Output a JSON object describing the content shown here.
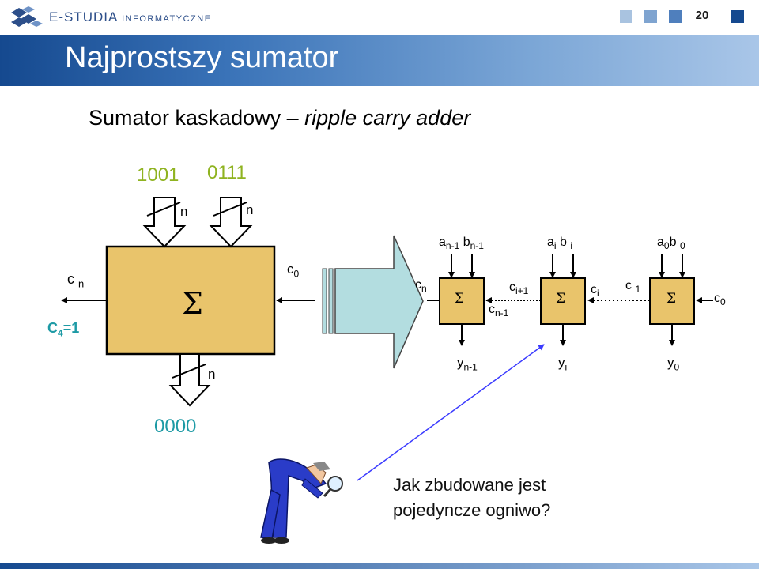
{
  "header": {
    "logo_main": "E-STUDIA",
    "logo_sub": "INFORMATYCZNE",
    "page_number": "20"
  },
  "title": "Najprostszy sumator",
  "subtitle": {
    "plain": "Sumator kaskadowy – ",
    "italic": "ripple carry adder"
  },
  "main_block": {
    "input_a": "1001",
    "input_b": "0111",
    "width_label": "n",
    "sigma": "Σ",
    "carry_in": "c",
    "carry_in_sub": "0",
    "carry_out": "c",
    "carry_out_sub": "n",
    "carry_out_value": "C",
    "carry_out_value_sub": "4",
    "carry_out_value_suffix": "=1",
    "output_value": "0000"
  },
  "chain": {
    "sigma": "Σ",
    "cells": [
      {
        "a": "a",
        "a_sub": "n-1",
        "b": "b",
        "b_sub": "n-1",
        "y": "y",
        "y_sub": "n-1",
        "carry_left": "c",
        "carry_left_sub": "n",
        "carry_right": "c",
        "carry_right_sub": "n-1"
      },
      {
        "a": "a",
        "a_sub": "i",
        "b": "b",
        "b_sub": "i",
        "y": "y",
        "y_sub": "i",
        "carry_left": "c",
        "carry_left_sub": "i+1",
        "carry_right": "c",
        "carry_right_sub": "i"
      },
      {
        "a": "a",
        "a_sub": "0",
        "b": "b",
        "b_sub": "0",
        "y": "y",
        "y_sub": "0",
        "carry_left": "c",
        "carry_left_sub": "1",
        "carry_right": "c",
        "carry_right_sub": "0"
      }
    ]
  },
  "question": {
    "line1": "Jak zbudowane jest",
    "line2": "pojedyncze ogniwo?"
  },
  "colors": {
    "block_fill": "#e9c46b",
    "block_stroke": "#000000",
    "arrow_fill": "#b3dde0",
    "accent_green": "#8fb320",
    "accent_teal": "#1d9aa5",
    "pointer_line": "#3b3bff",
    "title_bar": "#2d63a8"
  }
}
